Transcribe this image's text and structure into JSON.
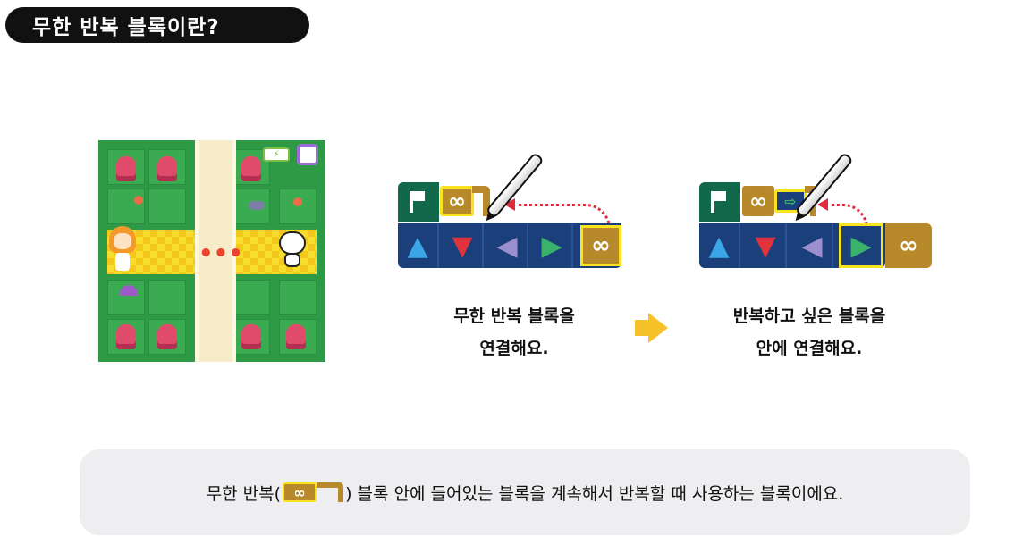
{
  "header": {
    "title": "무한 반복 블록이란?"
  },
  "board": {
    "path_dots": "•••",
    "battery_symbol": "⚡"
  },
  "blocks": {
    "infinity_symbol": "∞",
    "small_right": "⇨"
  },
  "step1": {
    "caption_line1": "무한 반복 블록을",
    "caption_line2": "연결해요."
  },
  "step2": {
    "caption_line1": "반복하고 싶은 블록을",
    "caption_line2": "안에 연결해요."
  },
  "info": {
    "prefix": "무한 반복(",
    "suffix": ") 블록 안에 들어있는 블록을 계속해서 반복할 때 사용하는 블록이에요."
  },
  "colors": {
    "loop_block": "#b7892b",
    "highlight": "#f8e31e",
    "flag_block": "#12684a",
    "arrow_row": "#1b3f7a",
    "step_arrow": "#f7c12a"
  },
  "icons": [
    "flag-icon",
    "infinity-icon",
    "up-arrow-icon",
    "down-arrow-icon",
    "left-arrow-icon",
    "right-arrow-icon",
    "pencil-icon"
  ]
}
